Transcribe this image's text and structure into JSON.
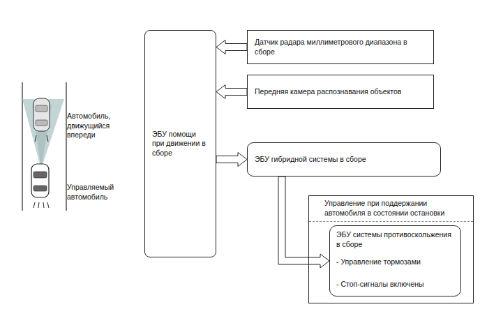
{
  "diagram": {
    "nodes": [
      {
        "text": [
          "ЭБУ помощи при движении в сборе"
        ]
      },
      {
        "text": [
          "Датчик радара миллиметрового диапазона в сборе"
        ]
      },
      {
        "text": [
          "Передняя камера распознавания объектов"
        ]
      },
      {
        "text": [
          "ЭБУ гибридной системы в сборе"
        ]
      },
      {
        "text": [
          "Управление при поддержании автомобиля в состоянии остановки"
        ]
      },
      {
        "text": [
          "ЭБУ системы противоскольжения в сборе",
          "- Управление тормозами",
          "- Стоп-сигналы включены"
        ],
        "in": 4
      }
    ],
    "edges": [
      {
        "from": 1,
        "to": 0,
        "arrow": "to"
      },
      {
        "from": 2,
        "to": 0,
        "arrow": "to"
      },
      {
        "from": 0,
        "to": 3,
        "arrow": "to"
      },
      {
        "from": 3,
        "to": 5,
        "arrow": "to"
      }
    ],
    "labels": [
      "Автомобиль, движущийся впереди",
      "Управляемый автомобиль"
    ]
  }
}
